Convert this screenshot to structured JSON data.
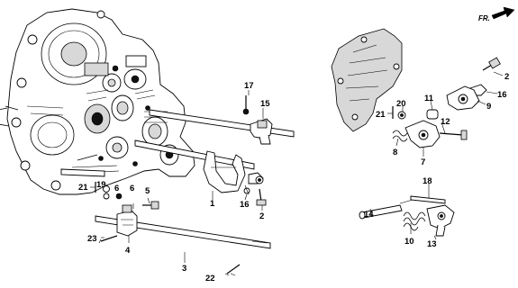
{
  "direction_badge": {
    "label": "FR."
  },
  "callouts": {
    "c1": "1",
    "c2a": "2",
    "c2b": "2",
    "c3": "3",
    "c4": "4",
    "c5": "5",
    "c6": "6",
    "c7": "7",
    "c8": "8",
    "c9": "9",
    "c10": "10",
    "c11": "11",
    "c12": "12",
    "c13": "13",
    "c14": "14",
    "c15": "15",
    "c16a": "16",
    "c16b": "16",
    "c17": "17",
    "c18": "18",
    "c19": "19",
    "c20": "20",
    "c21a": "21",
    "c21b": "21",
    "c22": "22",
    "c23": "23"
  }
}
